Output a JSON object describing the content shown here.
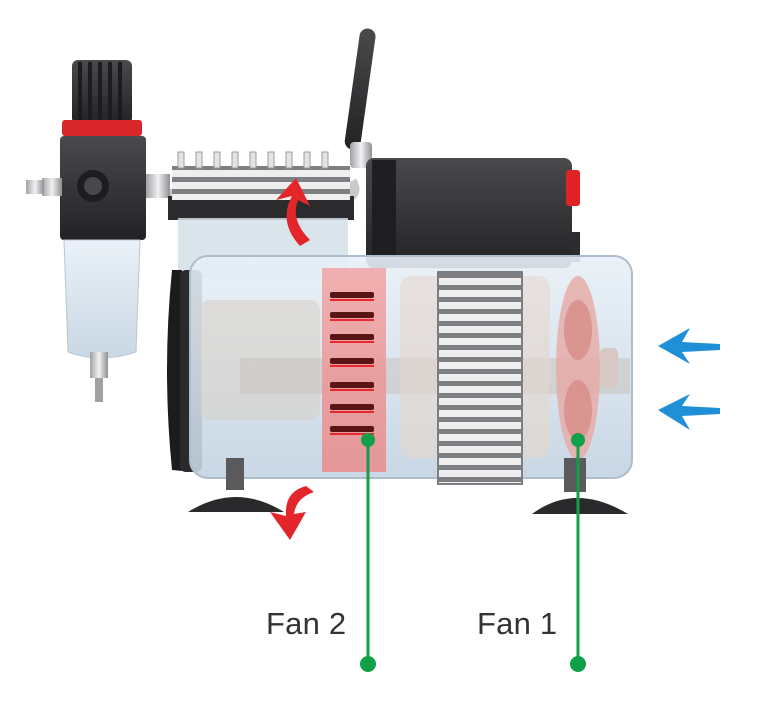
{
  "labels": {
    "fan2": "Fan 2",
    "fan1": "Fan 1"
  },
  "colors": {
    "callout_green": "#11a048",
    "hot_air_red": "#e3262a",
    "intake_blue": "#1f8fd8",
    "housing_clear": "#cfe0ee",
    "body_dark": "#2f2f31",
    "metal_light": "#d9dadc"
  },
  "icons": {
    "hot_air_out": "curved-red-arrow",
    "cool_air_in": "blue-arrow-left"
  }
}
